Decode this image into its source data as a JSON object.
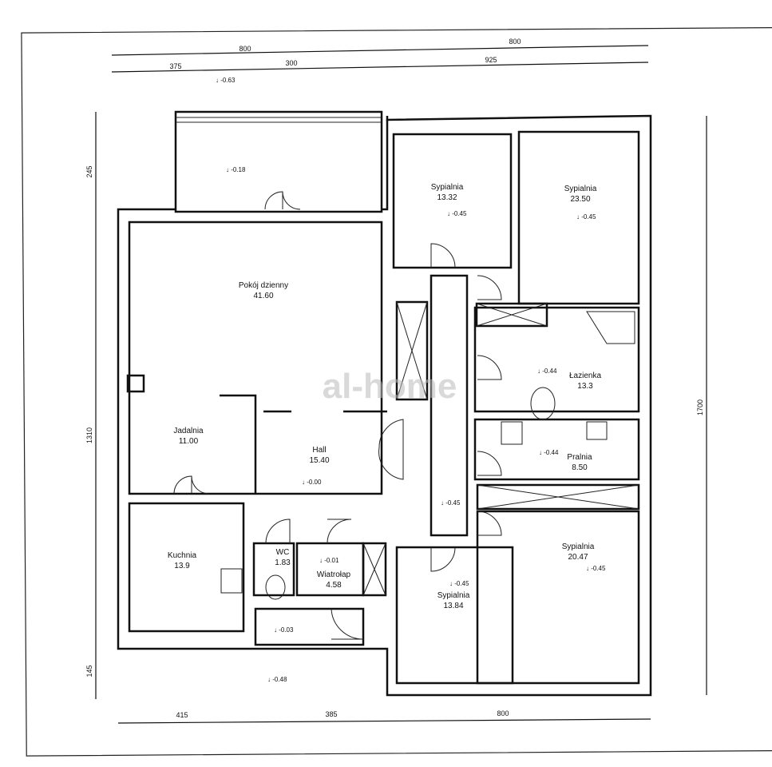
{
  "dimensions": {
    "top_row1": [
      "800",
      "800"
    ],
    "top_row2": [
      "375",
      "300",
      "925"
    ],
    "left": [
      "245",
      "1310",
      "145"
    ],
    "right": [
      "1700"
    ],
    "bottom": [
      "415",
      "385",
      "800"
    ]
  },
  "rooms": [
    {
      "name": "Pokój dzienny",
      "area": "41.60"
    },
    {
      "name": "Jadalnia",
      "area": "11.00"
    },
    {
      "name": "Hall",
      "area": "15.40",
      "level": "-0.00"
    },
    {
      "name": "Kuchnia",
      "area": "13.9"
    },
    {
      "name": "WC",
      "area": "1.83"
    },
    {
      "name": "Wiatrołap",
      "area": "4.58",
      "level": "-0.01"
    },
    {
      "name": "Sypialnia",
      "area": "13.32",
      "level": "-0.45"
    },
    {
      "name": "Sypialnia",
      "area": "23.50",
      "level": "-0.45"
    },
    {
      "name": "Łazienka",
      "area": "13.3",
      "level": "-0.44"
    },
    {
      "name": "Pralnia",
      "area": "8.50",
      "level": "-0.44"
    },
    {
      "name": "Sypialnia",
      "area": "20.47",
      "level": "-0.45"
    },
    {
      "name": "Sypialnia",
      "area": "13.84",
      "level": "-0.45"
    }
  ],
  "levels": {
    "outside_top": "-0.63",
    "terrace": "-0.18",
    "corridor": "-0.45",
    "entrance": "-0.03",
    "outside_bottom": "-0.48"
  },
  "watermark": "al-home"
}
